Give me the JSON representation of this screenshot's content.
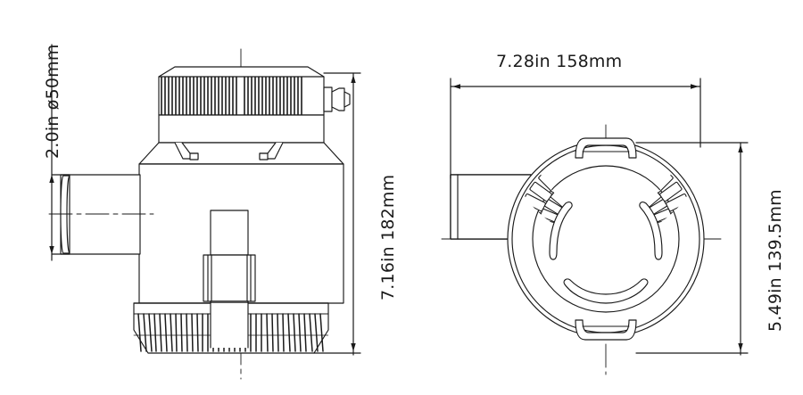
{
  "drawing": {
    "title": "Bilge pump dimensional drawing",
    "line_color": "#1a1a1a",
    "fill_color": "#ffffff",
    "background": "#ffffff",
    "views": [
      {
        "name": "front-elevation-view",
        "position": "left"
      },
      {
        "name": "top-plan-view",
        "position": "right"
      }
    ]
  },
  "dimensions": {
    "outlet_diameter": {
      "name": "outlet-port-diameter",
      "label": "2.0in ø50mm",
      "inches": "2.0in",
      "millimeters": "ø50mm",
      "orientation": "vertical",
      "view": "front-elevation-view"
    },
    "overall_height": {
      "name": "overall-height",
      "label": "7.16in 182mm",
      "inches": "7.16in",
      "millimeters": "182mm",
      "orientation": "vertical",
      "view": "front-elevation-view"
    },
    "overall_width": {
      "name": "overall-width",
      "label": "7.28in  158mm",
      "inches": "7.28in",
      "millimeters": "158mm",
      "orientation": "horizontal",
      "view": "top-plan-view"
    },
    "overall_depth": {
      "name": "overall-depth",
      "label": "5.49in 139.5mm",
      "inches": "5.49in",
      "millimeters": "139.5mm",
      "orientation": "vertical",
      "view": "top-plan-view"
    }
  }
}
